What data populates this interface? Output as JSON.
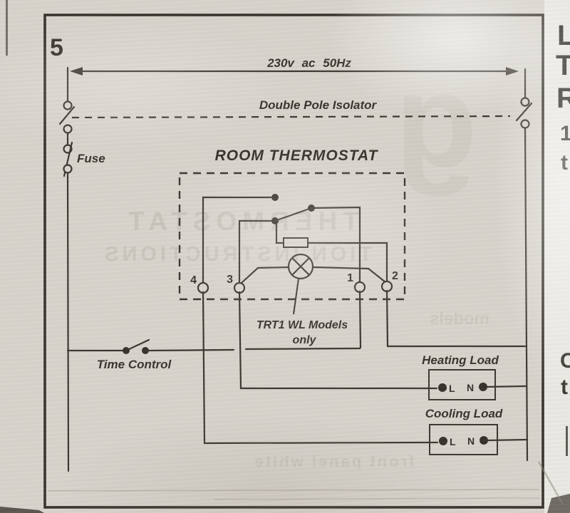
{
  "figure": {
    "number": "5"
  },
  "supply": {
    "label": "230v ac 50Hz"
  },
  "isolator": {
    "label": "Double Pole Isolator"
  },
  "fuse": {
    "label": "Fuse"
  },
  "thermostat": {
    "title": "ROOM THERMOSTAT",
    "terminals": [
      "4",
      "3",
      "1",
      "2"
    ],
    "lamp_note": {
      "line1": "TRT1 WL Models",
      "line2": "only"
    }
  },
  "time_control": {
    "label": "Time Control"
  },
  "loads": {
    "heating": {
      "label": "Heating Load",
      "live": "L",
      "neutral": "N"
    },
    "cooling": {
      "label": "Cooling Load",
      "live": "L",
      "neutral": "N"
    }
  },
  "page_edge": {
    "letters": [
      "L",
      "T",
      "R",
      "1",
      "t"
    ],
    "lower_letters": [
      "C",
      "t"
    ]
  },
  "ghost_showthrough": {
    "line1": "THERMOSTAT",
    "line2": "TION INSTRUCTIONS",
    "big_glyph": "g",
    "word1": "models",
    "line3": "front panel white"
  },
  "colors": {
    "ink": "#3b362f",
    "paper": "#d7d3cc",
    "paper_strip": "#eae8e3"
  }
}
